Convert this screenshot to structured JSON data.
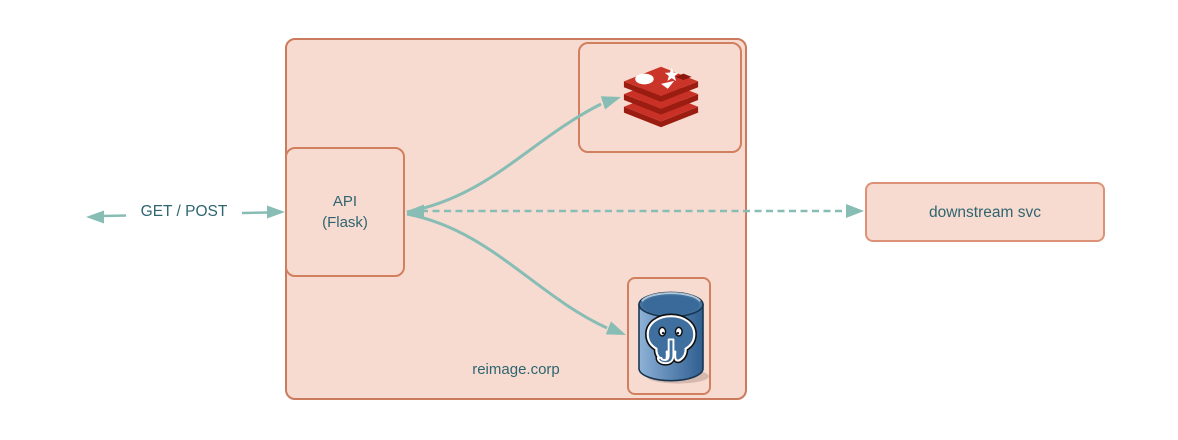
{
  "diagram": {
    "container": {
      "label": "reimage.corp"
    },
    "nodes": {
      "api": {
        "line1": "API",
        "line2": "(Flask)"
      },
      "redis": {
        "icon": "redis-icon"
      },
      "postgres": {
        "icon": "postgresql-icon"
      },
      "downstream": {
        "label": "downstream svc"
      }
    },
    "edges": {
      "client": {
        "label": "GET / POST"
      }
    },
    "colors": {
      "node_fill": "#f8dbd0",
      "node_border": "#d0805f",
      "arrow": "#88bdb5",
      "label_text": "#2f6570",
      "redis_red": "#c93126",
      "redis_dark_red": "#9b1d11",
      "postgres_blue": "#3f6f9f"
    }
  }
}
